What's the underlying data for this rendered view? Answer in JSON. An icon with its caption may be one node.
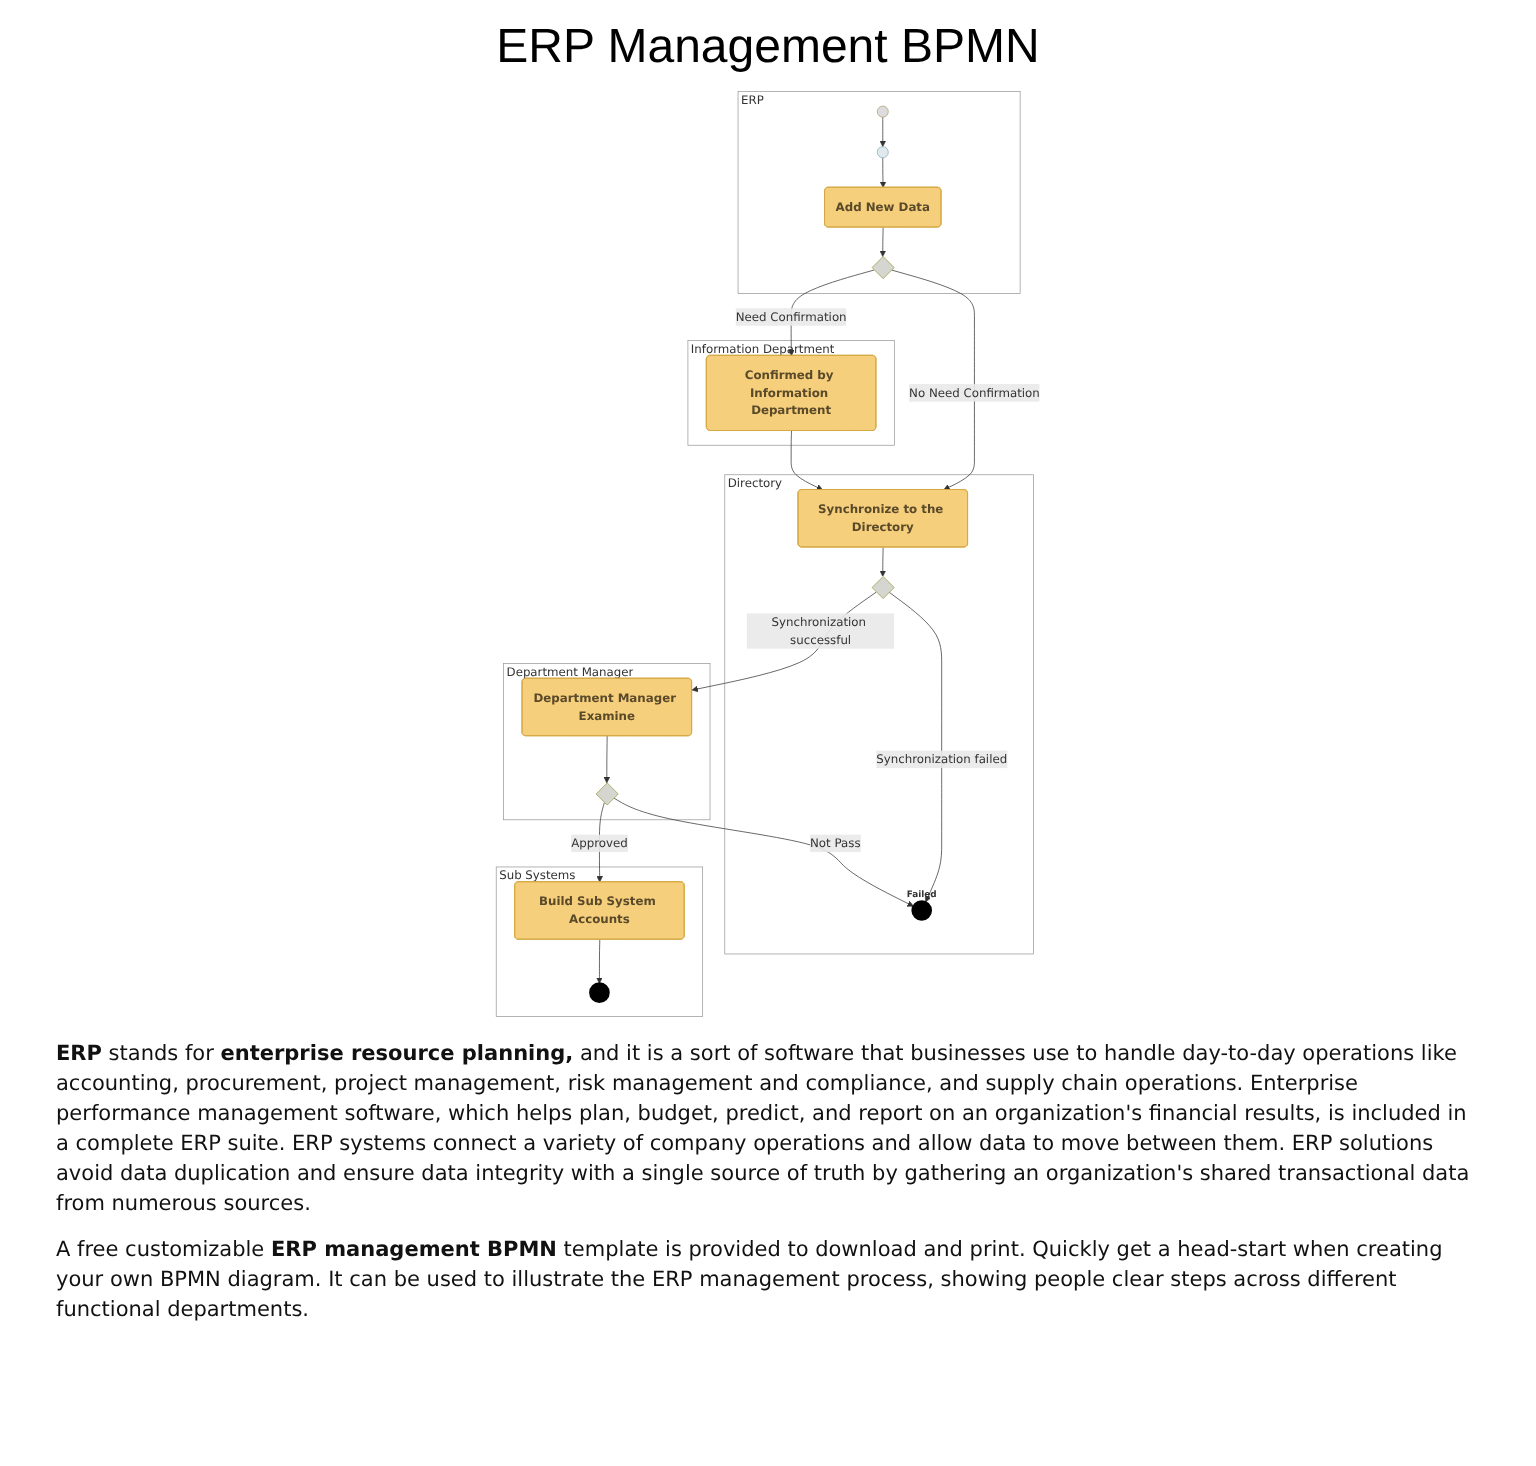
{
  "diagram": {
    "title": "ERP Management BPMN",
    "nodes": [
      {
        "text": [
          "ERP"
        ]
      },
      {
        "text": [],
        "shape": "circle",
        "in": 0
      },
      {
        "text": [],
        "shape": "circle",
        "in": 0
      },
      {
        "text": [
          "Add New Data"
        ],
        "in": 0
      },
      {
        "text": [],
        "shape": "diamond",
        "in": 0
      },
      {
        "text": [
          "Information Department"
        ]
      },
      {
        "text": [
          "Confirmed by Information Department"
        ],
        "in": 5
      },
      {
        "text": [
          "Directory"
        ]
      },
      {
        "text": [
          "Synchronize to the Directory"
        ],
        "in": 7
      },
      {
        "text": [],
        "shape": "diamond",
        "in": 7
      },
      {
        "text": [],
        "shape": "circle",
        "beside": [
          "Failed"
        ],
        "in": 7
      },
      {
        "text": [
          "Department Manager"
        ]
      },
      {
        "text": [
          "Department Manager Examine"
        ],
        "in": 11
      },
      {
        "text": [],
        "shape": "diamond",
        "in": 11
      },
      {
        "text": [
          "Sub Systems"
        ]
      },
      {
        "text": [
          "Build Sub System Accounts"
        ],
        "in": 14
      },
      {
        "text": [],
        "shape": "circle",
        "in": 14
      }
    ],
    "edges": [
      {
        "from": 1,
        "to": 2,
        "arrow": "to"
      },
      {
        "from": 2,
        "to": 3,
        "arrow": "to"
      },
      {
        "from": 3,
        "to": 4,
        "arrow": "to"
      },
      {
        "from": 4,
        "to": 6,
        "arrow": "to",
        "label": "Need Confirmation"
      },
      {
        "from": 4,
        "to": 8,
        "arrow": "to",
        "label": "No Need Confirmation"
      },
      {
        "from": 6,
        "to": 8,
        "arrow": "to"
      },
      {
        "from": 8,
        "to": 9,
        "arrow": "to"
      },
      {
        "from": 9,
        "to": 10,
        "arrow": "to",
        "label": "Synchronization failed"
      },
      {
        "from": 9,
        "to": 12,
        "arrow": "to",
        "label": "Synchronization successful"
      },
      {
        "from": 12,
        "to": 13,
        "arrow": "to"
      },
      {
        "from": 13,
        "to": 10,
        "arrow": "to",
        "label": "Not Pass"
      },
      {
        "from": 13,
        "to": 15,
        "arrow": "to",
        "label": "Approved"
      },
      {
        "from": 15,
        "to": 16,
        "arrow": "to"
      }
    ],
    "labels": [
      "**ERP** stands for **enterprise resource planning,** and it is a sort of software that businesses use to handle day-to-day operations like accounting, procurement, project management, risk management and compliance, and supply chain operations. Enterprise performance management software, which helps plan, budget, predict, and report on an organization's financial results, is included in a complete ERP suite. ERP systems connect a variety of company operations and allow data to move between them. ERP solutions avoid data duplication and ensure data integrity with a single source of truth by gathering an organization's shared transactional data from numerous sources.",
      "A free customizable **ERP management BPMN** template is provided to download and print. Quickly get a head-start when creating your own BPMN diagram. It can be used to illustrate the ERP management process, showing people clear steps across different functional departments."
    ]
  }
}
